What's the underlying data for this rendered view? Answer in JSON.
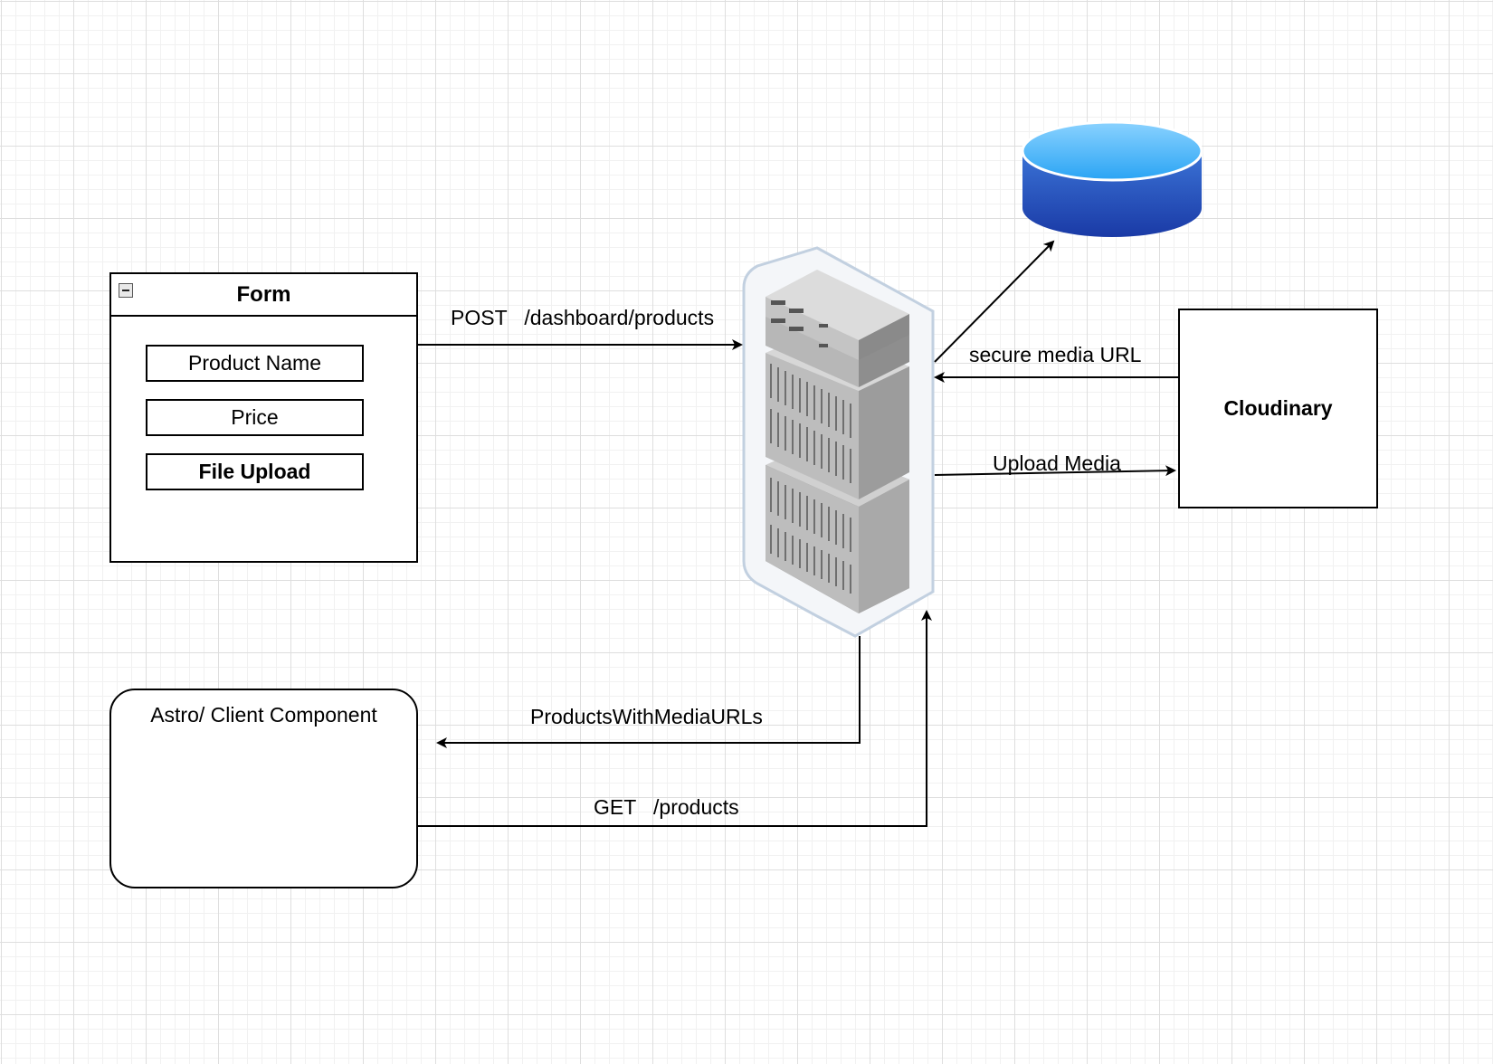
{
  "form": {
    "title": "Form",
    "fields": [
      {
        "label": "Product Name"
      },
      {
        "label": "Price"
      },
      {
        "label": "File Upload"
      }
    ]
  },
  "client": {
    "title": "Astro/ Client Component"
  },
  "cloudinary": {
    "label": "Cloudinary"
  },
  "edges": {
    "post": "POST   /dashboard/products",
    "secure_url": "secure media URL",
    "upload": "Upload Media",
    "products_with_urls": "ProductsWithMediaURLs",
    "get_products": "GET   /products"
  },
  "icons": {
    "server": "server-rack-icon",
    "database": "database-icon",
    "image_placeholder": "image-placeholder-icon"
  }
}
